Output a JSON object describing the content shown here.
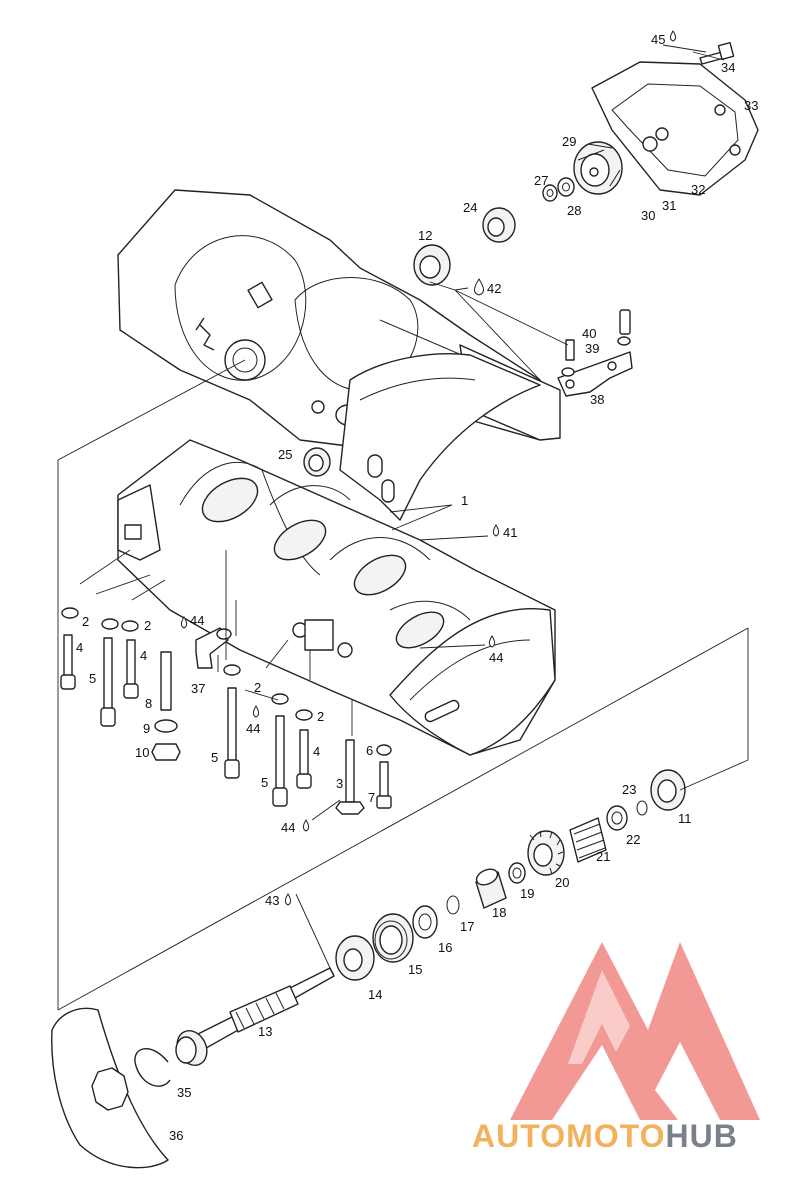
{
  "callouts": [
    {
      "id": "45",
      "fluid": true
    },
    {
      "id": "34"
    },
    {
      "id": "33"
    },
    {
      "id": "29"
    },
    {
      "id": "32"
    },
    {
      "id": "27"
    },
    {
      "id": "28"
    },
    {
      "id": "30"
    },
    {
      "id": "31"
    },
    {
      "id": "24"
    },
    {
      "id": "12"
    },
    {
      "id": "42",
      "fluid": true
    },
    {
      "id": "40"
    },
    {
      "id": "39"
    },
    {
      "id": "38"
    },
    {
      "id": "25"
    },
    {
      "id": "1"
    },
    {
      "id": "41",
      "fluid": true
    },
    {
      "id": "2"
    },
    {
      "id": "2"
    },
    {
      "id": "4"
    },
    {
      "id": "4"
    },
    {
      "id": "44",
      "fluid": true
    },
    {
      "id": "5"
    },
    {
      "id": "8"
    },
    {
      "id": "9"
    },
    {
      "id": "10"
    },
    {
      "id": "37"
    },
    {
      "id": "2"
    },
    {
      "id": "2"
    },
    {
      "id": "44",
      "fluid": true
    },
    {
      "id": "44",
      "fluid": true
    },
    {
      "id": "4"
    },
    {
      "id": "5"
    },
    {
      "id": "5"
    },
    {
      "id": "6"
    },
    {
      "id": "3"
    },
    {
      "id": "7"
    },
    {
      "id": "44",
      "fluid": true
    },
    {
      "id": "23"
    },
    {
      "id": "11"
    },
    {
      "id": "22"
    },
    {
      "id": "21"
    },
    {
      "id": "20"
    },
    {
      "id": "19"
    },
    {
      "id": "18"
    },
    {
      "id": "17"
    },
    {
      "id": "16"
    },
    {
      "id": "15"
    },
    {
      "id": "14"
    },
    {
      "id": "43",
      "fluid": true
    },
    {
      "id": "13"
    },
    {
      "id": "35"
    },
    {
      "id": "36"
    }
  ],
  "watermark": {
    "part1": "AUTOMOTO",
    "part2": "HUB",
    "colors": {
      "triangle": "#f28e8a",
      "text_orange": "#f3b15d",
      "text_gray": "#7a7f8c"
    }
  }
}
